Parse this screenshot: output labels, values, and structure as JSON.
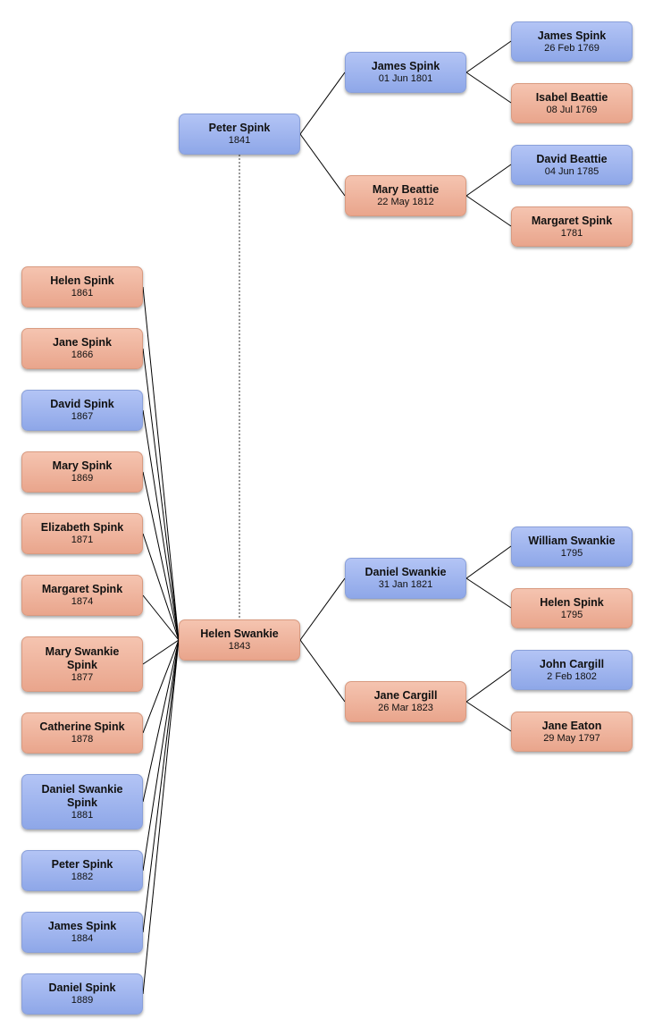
{
  "colors": {
    "male": "#9fb4ef",
    "female": "#efb49d",
    "connector": "#000000"
  },
  "people": {
    "peter_spink": {
      "name": "Peter Spink",
      "date": "1841",
      "gender": "male"
    },
    "helen_swankie": {
      "name": "Helen Swankie",
      "date": "1843",
      "gender": "female"
    },
    "james_spink_1801": {
      "name": "James Spink",
      "date": "01 Jun 1801",
      "gender": "male"
    },
    "mary_beattie": {
      "name": "Mary Beattie",
      "date": "22 May 1812",
      "gender": "female"
    },
    "james_spink_1769": {
      "name": "James Spink",
      "date": "26 Feb 1769",
      "gender": "male"
    },
    "isabel_beattie": {
      "name": "Isabel Beattie",
      "date": "08 Jul 1769",
      "gender": "female"
    },
    "david_beattie": {
      "name": "David Beattie",
      "date": "04 Jun 1785",
      "gender": "male"
    },
    "margaret_spink_1781": {
      "name": "Margaret Spink",
      "date": "1781",
      "gender": "female"
    },
    "daniel_swankie": {
      "name": "Daniel Swankie",
      "date": "31 Jan 1821",
      "gender": "male"
    },
    "jane_cargill": {
      "name": "Jane Cargill",
      "date": "26 Mar 1823",
      "gender": "female"
    },
    "william_swankie": {
      "name": "William Swankie",
      "date": "1795",
      "gender": "male"
    },
    "helen_spink_1795": {
      "name": "Helen Spink",
      "date": "1795",
      "gender": "female"
    },
    "john_cargill": {
      "name": "John Cargill",
      "date": "2 Feb 1802",
      "gender": "male"
    },
    "jane_eaton": {
      "name": "Jane Eaton",
      "date": "29 May 1797",
      "gender": "female"
    }
  },
  "children": [
    {
      "name": "Helen Spink",
      "date": "1861",
      "gender": "female"
    },
    {
      "name": "Jane Spink",
      "date": "1866",
      "gender": "female"
    },
    {
      "name": "David Spink",
      "date": "1867",
      "gender": "male"
    },
    {
      "name": "Mary Spink",
      "date": "1869",
      "gender": "female"
    },
    {
      "name": "Elizabeth Spink",
      "date": "1871",
      "gender": "female"
    },
    {
      "name": "Margaret Spink",
      "date": "1874",
      "gender": "female"
    },
    {
      "name": "Mary Swankie Spink",
      "date": "1877",
      "gender": "female"
    },
    {
      "name": "Catherine Spink",
      "date": "1878",
      "gender": "female"
    },
    {
      "name": "Daniel Swankie Spink",
      "date": "1881",
      "gender": "male"
    },
    {
      "name": "Peter Spink",
      "date": "1882",
      "gender": "male"
    },
    {
      "name": "James Spink",
      "date": "1884",
      "gender": "male"
    },
    {
      "name": "Daniel Spink",
      "date": "1889",
      "gender": "male"
    }
  ]
}
